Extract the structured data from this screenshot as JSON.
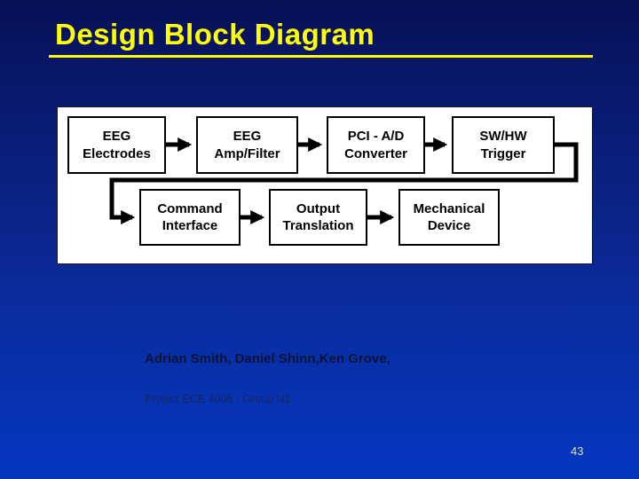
{
  "slide": {
    "title": "Design Block Diagram",
    "page_number": "43",
    "colors": {
      "background_top": "#081056",
      "background_bottom": "#0536C2",
      "title_text": "#FFFF00",
      "title_underline": "#FFFF00",
      "panel_background": "#FFFFFF",
      "box_fill": "#FFFFFF",
      "box_border": "#000000",
      "box_text": "#000000",
      "arrow": "#000000",
      "credits_text": "#0B1433",
      "project_text": "#15255F",
      "page_number_text": "#DEE2A4"
    }
  },
  "diagram": {
    "boxes": [
      {
        "line1": "EEG",
        "line2": "Electrodes"
      },
      {
        "line1": "EEG",
        "line2": "Amp/Filter"
      },
      {
        "line1": "PCI - A/D",
        "line2": "Converter"
      },
      {
        "line1": "SW/HW",
        "line2": "Trigger"
      },
      {
        "line1": "Command",
        "line2": "Interface"
      },
      {
        "line1": "Output",
        "line2": "Translation"
      },
      {
        "line1": "Mechanical",
        "line2": "Device"
      }
    ],
    "flow_sequence": "EEG Electrodes > EEG Amp/Filter > PCI - A/D Converter > SW/HW Trigger > Command Interface > Output Translation > Mechanical Device"
  },
  "credits": {
    "authors": "Adrian Smith, Daniel Shinn,Ken Grove,",
    "project": "Project ECE 4006 - Group N1"
  }
}
